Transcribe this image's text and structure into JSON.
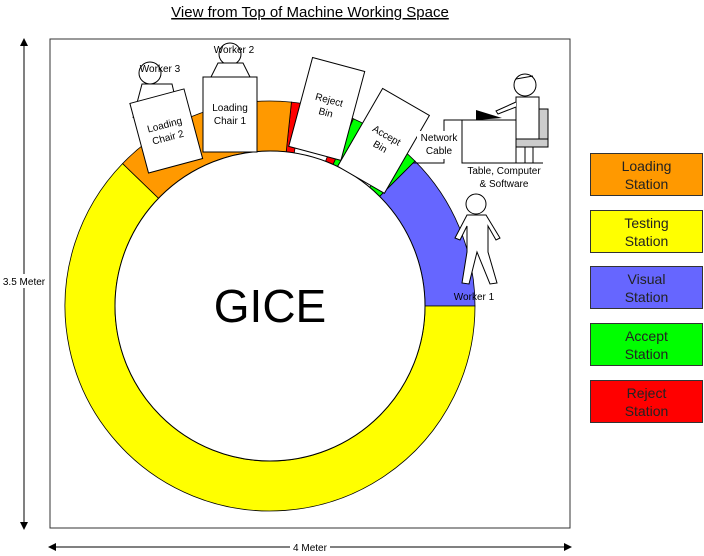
{
  "title": "View from Top of Machine Working Space",
  "center_label": "GICE",
  "dimensions": {
    "height": "3.5 Meter",
    "width": "4 Meter"
  },
  "objects": {
    "worker1": "Worker 1",
    "worker2": "Worker 2",
    "worker3": "Worker 3",
    "chair1": [
      "Loading",
      "Chair 1"
    ],
    "chair2": [
      "Loading",
      "Chair 2"
    ],
    "reject_bin": [
      "Reject",
      "Bin"
    ],
    "accept_bin": [
      "Accept",
      "Bin"
    ],
    "network_cable": [
      "Network",
      "Cable"
    ],
    "table": [
      "Table, Computer",
      "& Software"
    ]
  },
  "legend": [
    {
      "label": "Loading\nStation",
      "color": "#FF9900"
    },
    {
      "label": "Testing\nStation",
      "color": "#FFFF00"
    },
    {
      "label": "Visual\nStation",
      "color": "#6666FF"
    },
    {
      "label": "Accept\nStation",
      "color": "#00FF00"
    },
    {
      "label": "Reject\nStation",
      "color": "#FF0000"
    }
  ]
}
